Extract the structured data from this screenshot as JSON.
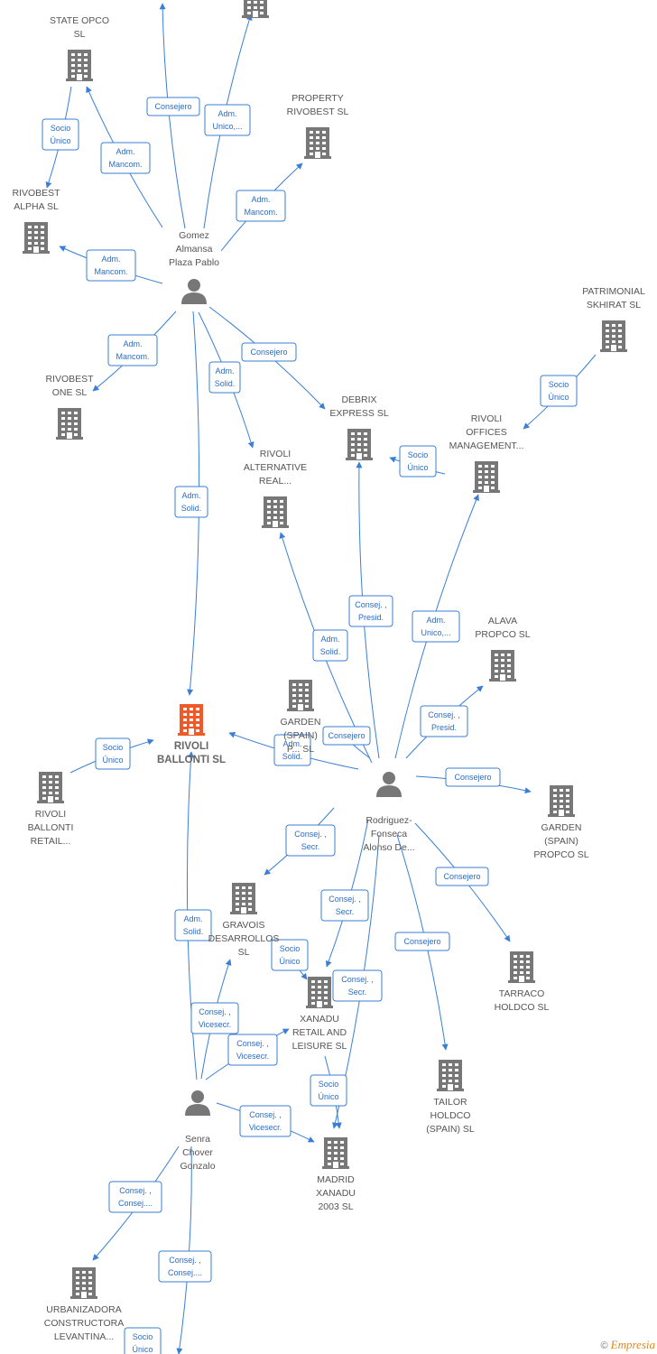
{
  "colors": {
    "edge": "#3a7fd5",
    "building": "#777777",
    "focus_building": "#f05a28",
    "person": "#777777"
  },
  "nodes": [
    {
      "id": "rivoli_ballonti",
      "kind": "company",
      "focus": true,
      "lines": [
        "RIVOLI",
        "BALLONTI  SL"
      ]
    },
    {
      "id": "state_opco",
      "kind": "company",
      "lines": [
        "STATE OPCO",
        "SL"
      ]
    },
    {
      "id": "top_a",
      "kind": "company",
      "lines": []
    },
    {
      "id": "property_rivobest",
      "kind": "company",
      "lines": [
        "PROPERTY",
        "RIVOBEST  SL"
      ]
    },
    {
      "id": "rivobest_alpha",
      "kind": "company",
      "lines": [
        "RIVOBEST",
        "ALPHA  SL"
      ]
    },
    {
      "id": "gomez",
      "kind": "person",
      "lines": [
        "Gomez",
        "Almansa",
        "Plaza Pablo"
      ]
    },
    {
      "id": "patrimonial",
      "kind": "company",
      "lines": [
        "PATRIMONIAL",
        "SKHIRAT  SL"
      ]
    },
    {
      "id": "rivobest_one",
      "kind": "company",
      "lines": [
        "RIVOBEST",
        "ONE  SL"
      ]
    },
    {
      "id": "debrix",
      "kind": "company",
      "lines": [
        "DEBRIX",
        "EXPRESS  SL"
      ]
    },
    {
      "id": "rivoli_offices",
      "kind": "company",
      "lines": [
        "RIVOLI",
        "OFFICES",
        "MANAGEMENT..."
      ]
    },
    {
      "id": "rivoli_alternative",
      "kind": "company",
      "lines": [
        "RIVOLI",
        "ALTERNATIVE",
        "REAL..."
      ]
    },
    {
      "id": "alava",
      "kind": "company",
      "lines": [
        "ALAVA",
        "PROPCO  SL"
      ]
    },
    {
      "id": "garden_mid",
      "kind": "company",
      "lines": [
        "GARDEN",
        "(SPAIN)",
        "P...  SL"
      ]
    },
    {
      "id": "rivoli_ballonti_retail",
      "kind": "company",
      "lines": [
        "RIVOLI",
        "BALLONTI",
        "RETAIL..."
      ]
    },
    {
      "id": "rodriguez",
      "kind": "person",
      "lines": [
        "Rodriguez-",
        "Fonseca",
        "Alonso De..."
      ]
    },
    {
      "id": "garden_propco",
      "kind": "company",
      "lines": [
        "GARDEN",
        "(SPAIN)",
        "PROPCO  SL"
      ]
    },
    {
      "id": "gravois",
      "kind": "company",
      "lines": [
        "GRAVOIS",
        "DESARROLLOS",
        "SL"
      ]
    },
    {
      "id": "tarraco",
      "kind": "company",
      "lines": [
        "TARRACO",
        "HOLDCO  SL"
      ]
    },
    {
      "id": "xanadu_retail",
      "kind": "company",
      "lines": [
        "XANADU",
        "RETAIL AND",
        "LEISURE  SL"
      ]
    },
    {
      "id": "tailor",
      "kind": "company",
      "lines": [
        "TAILOR",
        "HOLDCO",
        "(SPAIN)  SL"
      ]
    },
    {
      "id": "senra",
      "kind": "person",
      "lines": [
        "Senra",
        "Chover",
        "Gonzalo"
      ]
    },
    {
      "id": "madrid_xanadu",
      "kind": "company",
      "lines": [
        "MADRID",
        "XANADU",
        "2003 SL"
      ]
    },
    {
      "id": "urbanizadora",
      "kind": "company",
      "lines": [
        "URBANIZADORA",
        "CONSTRUCTORA",
        "LEVANTINA..."
      ]
    }
  ],
  "edges": [
    {
      "from": "gomez",
      "to": "top_b",
      "lines": [
        "Consejero"
      ]
    },
    {
      "from": "gomez",
      "to": "top_a",
      "lines": [
        "Adm.",
        "Unico,..."
      ]
    },
    {
      "from": "gomez",
      "to": "state_opco",
      "lines": [
        "Adm.",
        "Mancom."
      ]
    },
    {
      "from": "state_opco",
      "to": "rivobest_alpha",
      "lines": [
        "Socio",
        "Único"
      ]
    },
    {
      "from": "gomez",
      "to": "property_rivobest",
      "lines": [
        "Adm.",
        "Mancom."
      ]
    },
    {
      "from": "gomez",
      "to": "rivobest_alpha",
      "lines": [
        "Adm.",
        "Mancom."
      ]
    },
    {
      "from": "gomez",
      "to": "rivobest_one",
      "lines": [
        "Adm.",
        "Mancom."
      ]
    },
    {
      "from": "gomez",
      "to": "rivoli_alternative",
      "lines": [
        "Adm.",
        "Solid."
      ]
    },
    {
      "from": "gomez",
      "to": "debrix",
      "lines": [
        "Consejero"
      ]
    },
    {
      "from": "gomez",
      "to": "rivoli_ballonti",
      "lines": [
        "Adm.",
        "Solid."
      ]
    },
    {
      "from": "patrimonial",
      "to": "rivoli_offices",
      "lines": [
        "Socio",
        "Único"
      ]
    },
    {
      "from": "rivoli_offices",
      "to": "debrix",
      "lines": [
        "Socio",
        "Único"
      ]
    },
    {
      "from": "rodriguez",
      "to": "debrix",
      "lines": [
        "Consej. ,",
        "Presid."
      ]
    },
    {
      "from": "rodriguez",
      "to": "rivoli_offices",
      "lines": [
        "Adm.",
        "Unico,..."
      ]
    },
    {
      "from": "rodriguez",
      "to": "rivoli_alternative",
      "lines": [
        "Adm.",
        "Solid."
      ]
    },
    {
      "from": "rodriguez",
      "to": "alava",
      "lines": [
        "Consej. ,",
        "Presid."
      ]
    },
    {
      "from": "rodriguez",
      "to": "rivoli_ballonti",
      "lines": [
        "Adm.",
        "Solid."
      ]
    },
    {
      "from": "rodriguez",
      "to": "garden_mid",
      "lines": [
        "Consejero"
      ]
    },
    {
      "from": "rivoli_ballonti_retail",
      "to": "rivoli_ballonti",
      "lines": [
        "Socio",
        "Único"
      ]
    },
    {
      "from": "rodriguez",
      "to": "garden_propco",
      "lines": [
        "Consejero"
      ]
    },
    {
      "from": "rodriguez",
      "to": "gravois",
      "lines": [
        "Consej. ,",
        "Secr."
      ]
    },
    {
      "from": "rodriguez",
      "to": "xanadu_retail",
      "lines": [
        "Consej. ,",
        "Secr."
      ]
    },
    {
      "from": "rodriguez",
      "to": "tarraco",
      "lines": [
        "Consejero"
      ]
    },
    {
      "from": "rodriguez",
      "to": "tailor",
      "lines": [
        "Consejero"
      ]
    },
    {
      "from": "rodriguez",
      "to": "madrid_xanadu",
      "lines": [
        "Consej. ,",
        "Secr."
      ]
    },
    {
      "from": "gravois",
      "to": "xanadu_retail",
      "lines": [
        "Socio",
        "Único"
      ]
    },
    {
      "from": "xanadu_retail",
      "to": "madrid_xanadu",
      "lines": [
        "Socio",
        "Único"
      ]
    },
    {
      "from": "senra",
      "to": "rivoli_ballonti",
      "lines": [
        "Adm.",
        "Solid."
      ]
    },
    {
      "from": "senra",
      "to": "gravois",
      "lines": [
        "Consej. ,",
        "Vicesecr."
      ]
    },
    {
      "from": "senra",
      "to": "xanadu_retail",
      "lines": [
        "Consej. ,",
        "Vicesecr."
      ]
    },
    {
      "from": "senra",
      "to": "madrid_xanadu",
      "lines": [
        "Consej. ,",
        "Vicesecr."
      ]
    },
    {
      "from": "senra",
      "to": "urbanizadora",
      "lines": [
        "Consej. ,",
        "Consej...."
      ]
    },
    {
      "from": "senra",
      "to": "bottom_off",
      "lines": [
        "Consej. ,",
        "Consej...."
      ]
    },
    {
      "from": "urbanizadora",
      "to": "bottom_off2",
      "lines": [
        "Socio",
        "Único"
      ]
    }
  ],
  "watermark": {
    "symbol": "©",
    "brand": "Empresia"
  }
}
